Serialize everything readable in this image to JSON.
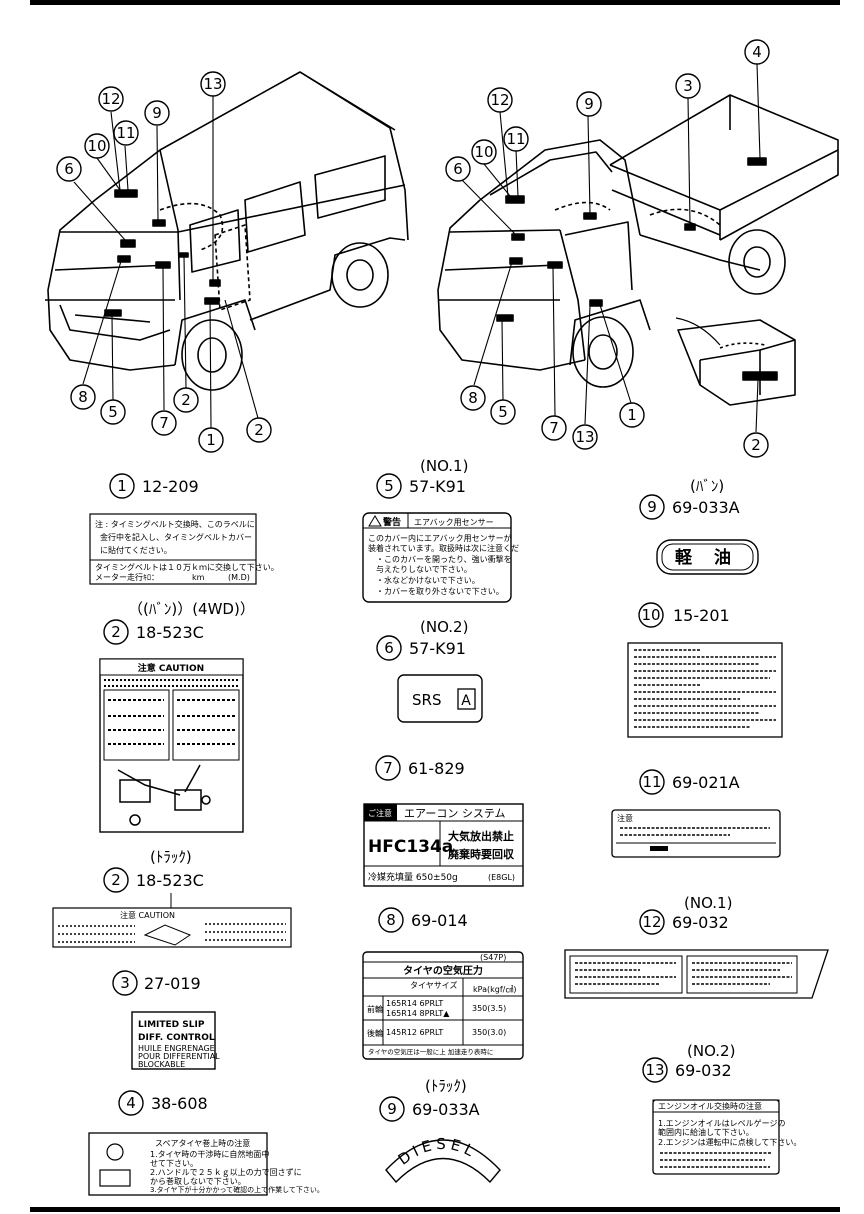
{
  "vehicle_callouts": {
    "van": [
      "12",
      "9",
      "13",
      "10",
      "11",
      "6",
      "8",
      "5",
      "7",
      "2",
      "1",
      "2"
    ],
    "truck": [
      "4",
      "12",
      "9",
      "3",
      "10",
      "11",
      "6",
      "8",
      "5",
      "7",
      "13",
      "1",
      "2"
    ]
  },
  "labels": {
    "l1": {
      "num": "1",
      "code": "12-209",
      "lines": [
        "注 : タイミングベルト交換時、このラベルに",
        "金行中を記入し、タイミングベルトカバー",
        "に貼付てください。",
        "タイミングベルトは１０万ｋｍに交換して下さい。",
        "メーター走行ｷﾛ：",
        "km",
        "(M.D)"
      ]
    },
    "l2a": {
      "num": "2",
      "code": "18-523C",
      "note": "（(ﾊﾞﾝ)）(4WD)）",
      "title": "注意 CAUTION"
    },
    "l2b": {
      "num": "2",
      "code": "18-523C",
      "note": "(ﾄﾗｯｸ)",
      "text": "注意 CAUTION"
    },
    "l3": {
      "num": "3",
      "code": "27-019",
      "lines": [
        "LIMITED SLIP",
        "DIFF. CONTROL",
        "HUILE ENGRENAGE",
        "POUR DIFFERENTIAL",
        "BLOCKABLE"
      ]
    },
    "l4": {
      "num": "4",
      "code": "38-608",
      "lines": [
        "スペアタイヤ巻上時の注意",
        "1.タイヤ時の干渉時に自然地面中",
        "  せて下さい。",
        "2.ハンドルで２５ｋｇ以上の力で回さずに",
        "  から巻取しないで下さい。",
        "3.タイヤ下が十分かかって確認の上で作業して下さい。"
      ]
    },
    "l5": {
      "num": "5",
      "code": "57-K91",
      "note": "(NO.1)",
      "head": "警告",
      "head2": "エアバック用センサー",
      "lines": [
        "このカバー内にエアバック用センサーが",
        "装着されています。取扱時は次に注意くだ",
        "・このカバーを開ったり、強い衝撃を",
        "  与えたりしないで下さい。",
        "・水などかけないで下さい。",
        "・カバーを取り外さないで下さい。"
      ]
    },
    "l6": {
      "num": "6",
      "code": "57-K91",
      "note": "(NO.2)",
      "srs": "SRS",
      "box": "A"
    },
    "l7": {
      "num": "7",
      "code": "61-829",
      "tag": "ご注意",
      "title": "エアーコン システム",
      "gas": "HFC134a",
      "r1": "大気放出禁止",
      "r2": "廃棄時要回収",
      "fill": "冷媒充填量  650±50g",
      "code_small": "(E8GL)"
    },
    "l8": {
      "num": "8",
      "code": "69-014",
      "corner": "(S47P)",
      "title": "タイヤの空気圧力",
      "sub": "タイヤサイズ",
      "unit": "kPa(kgf/㎠)",
      "front": "前輪",
      "rear": "後輪",
      "s1": "165R14 6PRLT",
      "s2": "165R14 8PRLT▲",
      "s3": "145R12 6PRLT",
      "v1": "350(3.5)",
      "v2": "350(3.0)",
      "foot": "タイヤの空気圧は一般に上 加速走り表時に"
    },
    "l9a": {
      "num": "9",
      "code": "69-033A",
      "note": "(ﾊﾞﾝ)",
      "text": "軽 油"
    },
    "l9b": {
      "num": "9",
      "code": "69-033A",
      "note": "(ﾄﾗｯｸ)",
      "text": "DIESEL"
    },
    "l10": {
      "num": "10",
      "code": "15-201"
    },
    "l11": {
      "num": "11",
      "code": "69-021A",
      "head": "注意"
    },
    "l12": {
      "num": "12",
      "code": "69-032",
      "note": "(NO.1)"
    },
    "l13": {
      "num": "13",
      "code": "69-032",
      "note": "(NO.2)",
      "title": "エンジンオイル交換時の注意",
      "lines": [
        "1.エンジンオイルはレベルゲージの",
        "  範囲内に給油して下さい。",
        "2.エンジンは運転中に点検して下さい。"
      ]
    }
  }
}
